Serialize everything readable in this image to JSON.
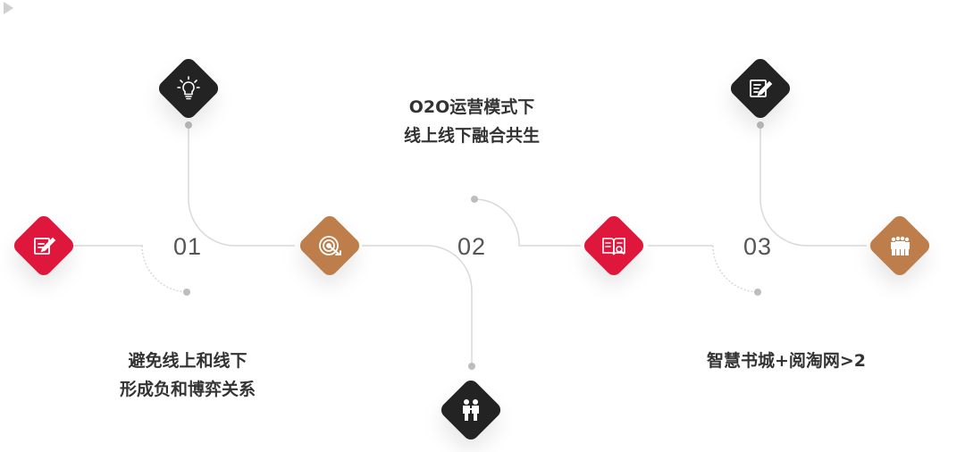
{
  "steps": [
    {
      "number": "01",
      "caption_lines": [
        "避免线上和线下",
        "形成负和博弈关系"
      ]
    },
    {
      "number": "02",
      "caption_lines": [
        "O2O运营模式下",
        "线上线下融合共生"
      ]
    },
    {
      "number": "03",
      "caption_lines": [
        "智慧书城+阅淘网>2"
      ]
    }
  ],
  "icons": [
    {
      "name": "edit-form-icon",
      "color": "#e0173c"
    },
    {
      "name": "lightbulb-icon",
      "color": "#232323"
    },
    {
      "name": "target-icon",
      "color": "#bd7e4b"
    },
    {
      "name": "handshake-icon",
      "color": "#232323"
    },
    {
      "name": "book-search-icon",
      "color": "#e0173c"
    },
    {
      "name": "edit-note-icon",
      "color": "#232323"
    },
    {
      "name": "group-people-icon",
      "color": "#bd7e4b"
    }
  ],
  "colors": {
    "red": "#e0173c",
    "dark": "#232323",
    "bronze": "#bd7e4b",
    "line": "#d6d6d6",
    "text": "#333333"
  }
}
